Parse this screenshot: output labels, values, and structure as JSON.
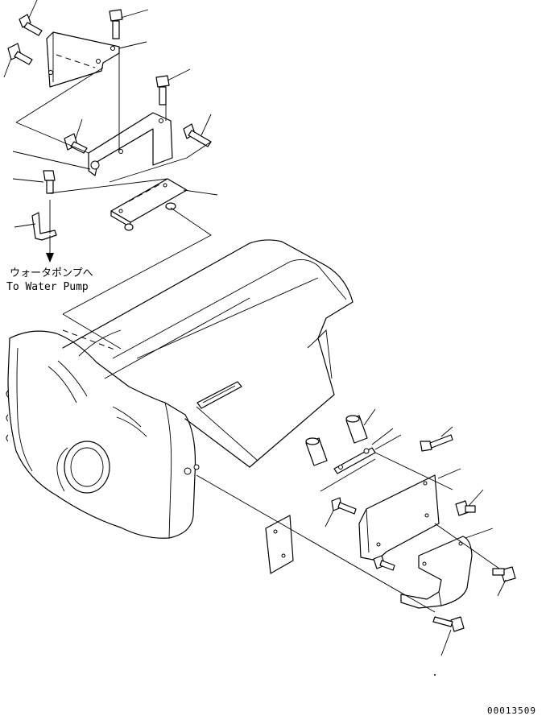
{
  "annotation": {
    "jp_label": "ウォータポンプへ",
    "en_label": "To Water Pump"
  },
  "drawing_number": "00013509",
  "colors": {
    "line": "#000000",
    "background": "#ffffff"
  }
}
